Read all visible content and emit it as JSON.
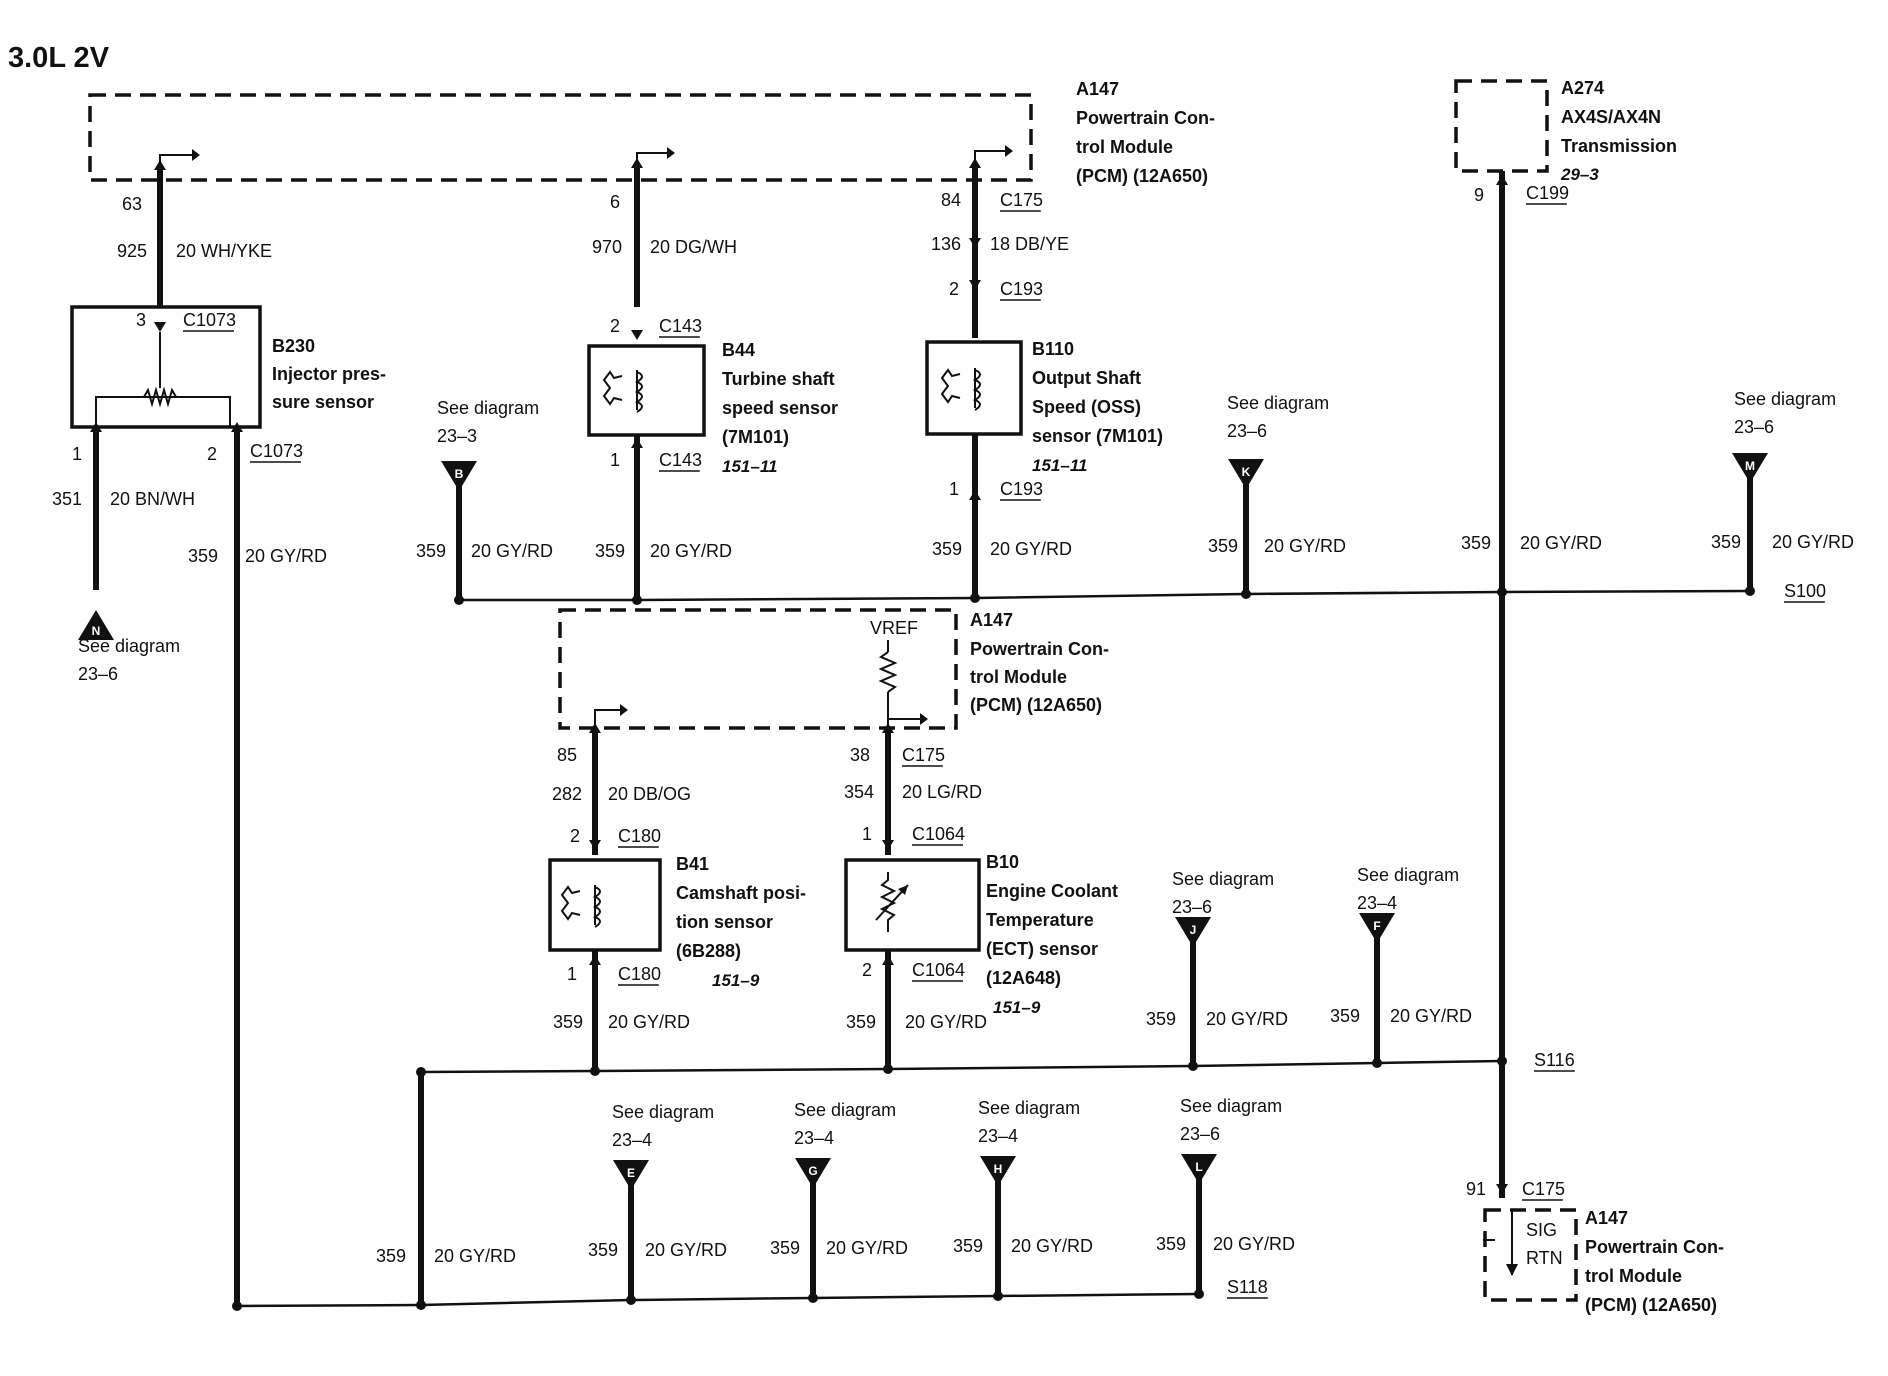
{
  "title": "3.0L 2V",
  "modules": {
    "pcm_top": [
      "A147",
      "Powertrain Con-",
      "trol Module",
      "(PCM) (12A650)"
    ],
    "trans": [
      "A274",
      "AX4S/AX4N",
      "Transmission"
    ],
    "trans_ref": "29–3",
    "pcm_mid": [
      "A147",
      "Powertrain Con-",
      "trol Module",
      "(PCM) (12A650)"
    ],
    "pcm_mid_vref": "VREF",
    "pcm_bot": [
      "A147",
      "Powertrain Con-",
      "trol Module",
      "(PCM) (12A650)"
    ],
    "pcm_bot_sig": "SIG",
    "pcm_bot_rtn": "RTN"
  },
  "components": {
    "b230": [
      "B230",
      "Injector pres-",
      "sure sensor"
    ],
    "b44": [
      "B44",
      "Turbine shaft",
      "speed sensor",
      "(7M101)"
    ],
    "b44_ref": "151–11",
    "b110": [
      "B110",
      "Output Shaft",
      "Speed (OSS)",
      "sensor (7M101)"
    ],
    "b110_ref": "151–11",
    "b41": [
      "B41",
      "Camshaft posi-",
      "tion sensor",
      "(6B288)"
    ],
    "b41_ref": "151–9",
    "b10": [
      "B10",
      "Engine Coolant",
      "Temperature",
      "(ECT) sensor",
      "(12A648)"
    ],
    "b10_ref": "151–9"
  },
  "labels": [
    {
      "t": "63"
    },
    {
      "t": "925"
    },
    {
      "t": "20 WH/YKE"
    },
    {
      "t": "3"
    },
    {
      "t": "C1073"
    },
    {
      "t": "1"
    },
    {
      "t": "2"
    },
    {
      "t": "C1073"
    },
    {
      "t": "351"
    },
    {
      "t": "20 BN/WH"
    },
    {
      "t": "359"
    },
    {
      "t": "20 GY/RD"
    },
    {
      "t": "6"
    },
    {
      "t": "970"
    },
    {
      "t": "20 DG/WH"
    },
    {
      "t": "2"
    },
    {
      "t": "C143"
    },
    {
      "t": "1"
    },
    {
      "t": "C143"
    },
    {
      "t": "359"
    },
    {
      "t": "20 GY/RD"
    },
    {
      "t": "84"
    },
    {
      "t": "C175"
    },
    {
      "t": "136"
    },
    {
      "t": "18 DB/YE"
    },
    {
      "t": "2"
    },
    {
      "t": "C193"
    },
    {
      "t": "1"
    },
    {
      "t": "C193"
    },
    {
      "t": "359"
    },
    {
      "t": "20 GY/RD"
    },
    {
      "t": "359"
    },
    {
      "t": "20 GY/RD"
    },
    {
      "t": "359"
    },
    {
      "t": "20 GY/RD"
    },
    {
      "t": "359"
    },
    {
      "t": "20 GY/RD"
    },
    {
      "t": "9"
    },
    {
      "t": "C199"
    },
    {
      "t": "359"
    },
    {
      "t": "20 GY/RD"
    },
    {
      "t": "S100"
    },
    {
      "t": "85"
    },
    {
      "t": "282"
    },
    {
      "t": "20 DB/OG"
    },
    {
      "t": "2"
    },
    {
      "t": "C180"
    },
    {
      "t": "1"
    },
    {
      "t": "C180"
    },
    {
      "t": "359"
    },
    {
      "t": "20 GY/RD"
    },
    {
      "t": "38"
    },
    {
      "t": "C175"
    },
    {
      "t": "354"
    },
    {
      "t": "20 LG/RD"
    },
    {
      "t": "1"
    },
    {
      "t": "C1064"
    },
    {
      "t": "2"
    },
    {
      "t": "C1064"
    },
    {
      "t": "359"
    },
    {
      "t": "20 GY/RD"
    },
    {
      "t": "359"
    },
    {
      "t": "20 GY/RD"
    },
    {
      "t": "359"
    },
    {
      "t": "20 GY/RD"
    },
    {
      "t": "S116"
    },
    {
      "t": "359"
    },
    {
      "t": "20 GY/RD"
    },
    {
      "t": "359"
    },
    {
      "t": "20 GY/RD"
    },
    {
      "t": "359"
    },
    {
      "t": "20 GY/RD"
    },
    {
      "t": "359"
    },
    {
      "t": "20 GY/RD"
    },
    {
      "t": "359"
    },
    {
      "t": "20 GY/RD"
    },
    {
      "t": "S118"
    },
    {
      "t": "91"
    },
    {
      "t": "C175"
    }
  ],
  "see_diagram": [
    {
      "letter": "N",
      "text": "See diagram",
      "ref": "23–6"
    },
    {
      "letter": "B",
      "text": "See diagram",
      "ref": "23–3"
    },
    {
      "letter": "K",
      "text": "See diagram",
      "ref": "23–6"
    },
    {
      "letter": "M",
      "text": "See diagram",
      "ref": "23–6"
    },
    {
      "letter": "J",
      "text": "See diagram",
      "ref": "23–6"
    },
    {
      "letter": "F",
      "text": "See diagram",
      "ref": "23–4"
    },
    {
      "letter": "E",
      "text": "See diagram",
      "ref": "23–4"
    },
    {
      "letter": "G",
      "text": "See diagram",
      "ref": "23–4"
    },
    {
      "letter": "H",
      "text": "See diagram",
      "ref": "23–4"
    },
    {
      "letter": "L",
      "text": "See diagram",
      "ref": "23–6"
    }
  ]
}
